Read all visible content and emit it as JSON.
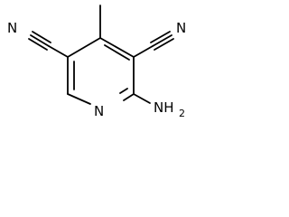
{
  "molecule": {
    "atoms": {
      "nitrile_left_n": "N",
      "nitrile_right_n": "N",
      "ring_n": "N",
      "amino_group": "NH",
      "amino_subscript": "2"
    }
  }
}
